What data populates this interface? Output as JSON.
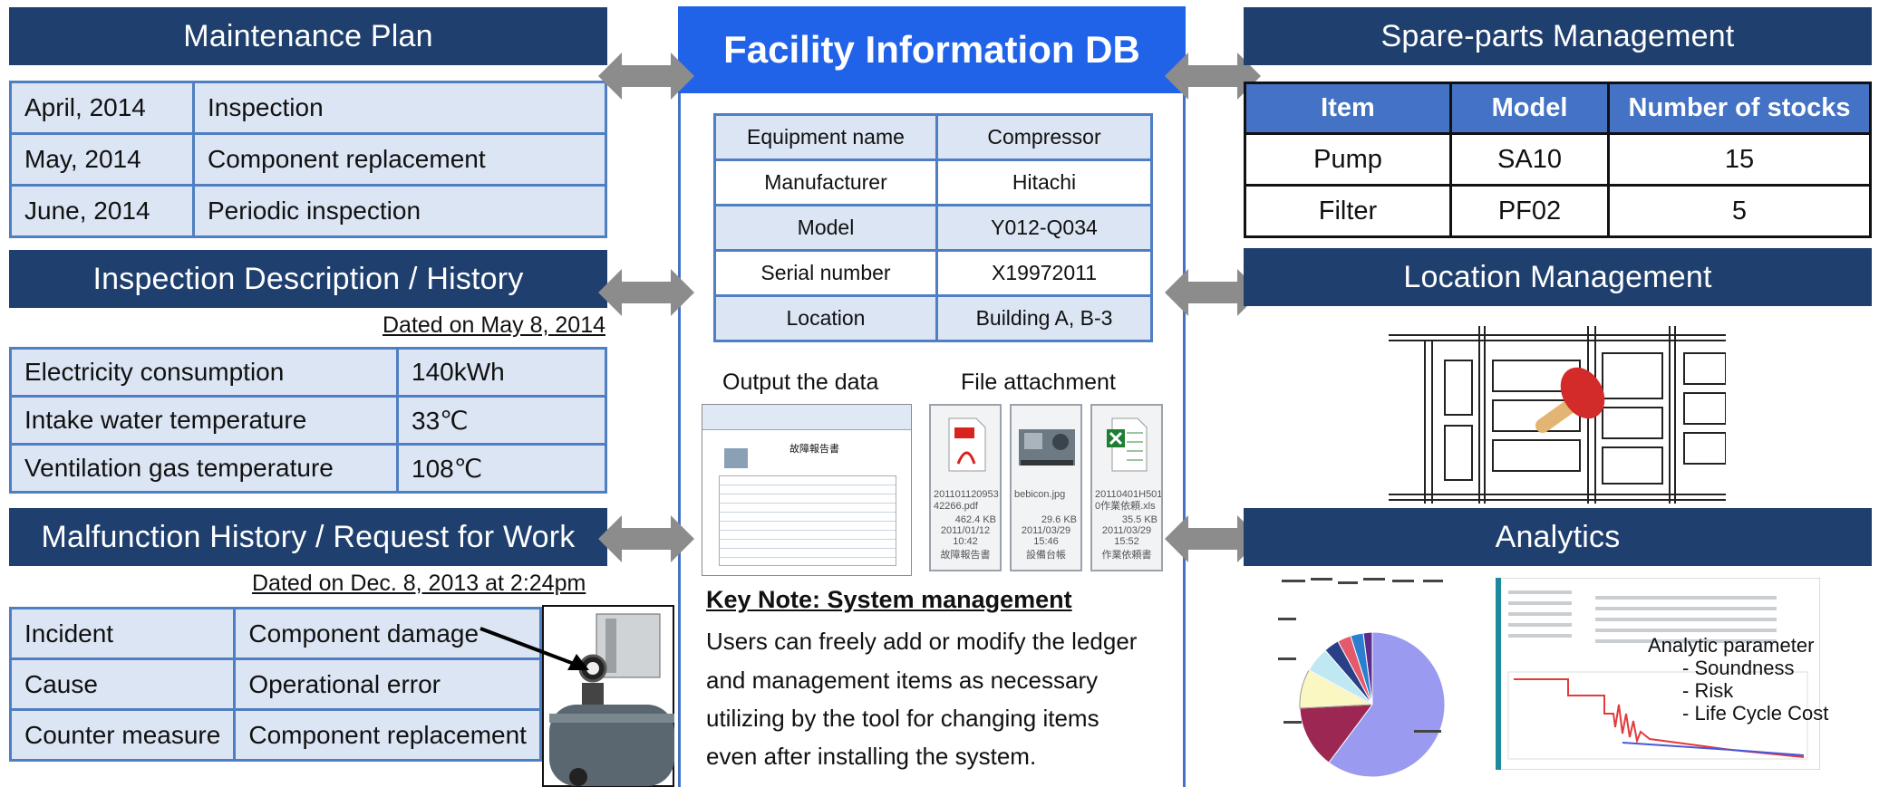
{
  "center": {
    "title": "Facility Information DB",
    "equipment": [
      {
        "label": "Equipment  name",
        "value": "Compressor"
      },
      {
        "label": "Manufacturer",
        "value": "Hitachi"
      },
      {
        "label": "Model",
        "value": "Y012-Q034"
      },
      {
        "label": "Serial number",
        "value": "X19972011"
      },
      {
        "label": "Location",
        "value": "Building A, B-3"
      }
    ],
    "output_caption": "Output the data",
    "attachment_caption": "File attachment",
    "doc_title": "故障報告書",
    "files": [
      {
        "name": "201101120953 42266.pdf",
        "size": "462.4 KB",
        "date": "2011/01/12 10:42",
        "desc": "故障報告書",
        "icon": "pdf-icon"
      },
      {
        "name": "bebicon.jpg",
        "size": "29.6 KB",
        "date": "2011/03/29 15:46",
        "desc": "設備台帳",
        "icon": "image-icon"
      },
      {
        "name": "20110401H501 0作業依頼.xls",
        "size": "35.5 KB",
        "date": "2011/03/29 15:52",
        "desc": "作業依頼書",
        "icon": "excel-icon"
      }
    ],
    "key_note_title": "Key Note: System management",
    "key_note_lines": [
      "Users can freely add or modify the ledger",
      "and management items as necessary",
      "utilizing by the tool for changing items",
      "even after installing the system."
    ]
  },
  "maintenance": {
    "title": "Maintenance Plan",
    "rows": [
      {
        "date": "April, 2014",
        "task": "Inspection"
      },
      {
        "date": "May, 2014",
        "task": "Component replacement"
      },
      {
        "date": "June, 2014",
        "task": "Periodic inspection"
      }
    ]
  },
  "inspection": {
    "title": "Inspection Description / History",
    "dated": "Dated on May 8, 2014",
    "rows": [
      {
        "label": "Electricity consumption",
        "value": "140kWh"
      },
      {
        "label": "Intake water temperature",
        "value": "33℃"
      },
      {
        "label": "Ventilation gas temperature",
        "value": "108℃"
      }
    ]
  },
  "malfunction": {
    "title": "Malfunction History / Request for Work",
    "dated": "Dated on Dec. 8, 2013 at 2:24pm",
    "rows": [
      {
        "label": "Incident",
        "value": "Component damage"
      },
      {
        "label": "Cause",
        "value": "Operational error"
      },
      {
        "label": "Counter measure",
        "value": "Component replacement"
      }
    ]
  },
  "spare": {
    "title": "Spare-parts Management",
    "headers": [
      "Item",
      "Model",
      "Number of stocks"
    ],
    "rows": [
      [
        "Pump",
        "SA10",
        "15"
      ],
      [
        "Filter",
        "PF02",
        "5"
      ]
    ]
  },
  "location": {
    "title": "Location Management",
    "pin_icon": "map-pin-icon"
  },
  "analytics": {
    "title": "Analytics",
    "parameter_title": "Analytic parameter",
    "parameters": [
      "- Soundness",
      "- Risk",
      "- Life Cycle Cost"
    ]
  },
  "colors": {
    "header_navy": "#1f3f6e",
    "title_blue": "#2163e8",
    "table_fill": "#dbe5f3",
    "table_border": "#4f7fc2",
    "arrow_gray": "#8c8c8c"
  }
}
